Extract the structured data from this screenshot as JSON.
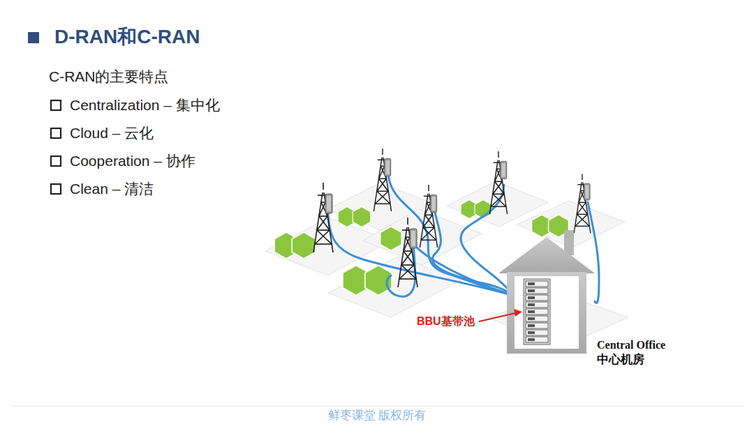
{
  "diagram": {
    "title": "D-RAN和C-RAN",
    "labels": [
      "C-RAN的主要特点",
      "Centralization – 集中化",
      "Cloud – 云化",
      "Cooperation – 协作",
      "Clean – 清洁",
      "BBU基带池",
      "Central Office",
      "中心机房",
      "鲜枣课堂 版权所有"
    ]
  }
}
